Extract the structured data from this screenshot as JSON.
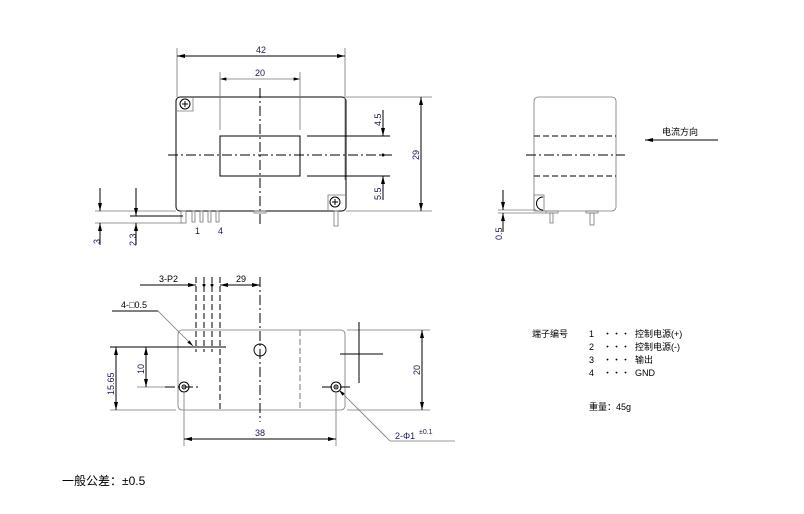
{
  "top_view": {
    "width_dim": "42",
    "window_dim": "20",
    "height_dim": "29",
    "upper_offset": "4.5",
    "lower_offset": "5.5",
    "left_dim_a": "3",
    "left_dim_b": "2.3",
    "pin_label_1": "1",
    "pin_label_4": "4"
  },
  "side_view": {
    "current_direction": "电流方向",
    "gap_dim": "0.5"
  },
  "bottom_view": {
    "pitch_label": "3-P2",
    "offset_dim": "29",
    "pin_size": "4-□0.5",
    "dim_15_65": "15.65",
    "dim_10": "10",
    "height_dim": "20",
    "hole_spacing": "38",
    "hole_label": "2-Φ1",
    "hole_tol": "±0.1"
  },
  "pin_table": {
    "title": "端子编号",
    "rows": [
      {
        "num": "1",
        "dots": "・・・",
        "name": "控制电源(+)"
      },
      {
        "num": "2",
        "dots": "・・・",
        "name": "控制电源(-)"
      },
      {
        "num": "3",
        "dots": "・・・",
        "name": "输出"
      },
      {
        "num": "4",
        "dots": "・・・",
        "name": "GND"
      }
    ],
    "weight": "重量：45g"
  },
  "tolerance": "一般公差：±0.5"
}
